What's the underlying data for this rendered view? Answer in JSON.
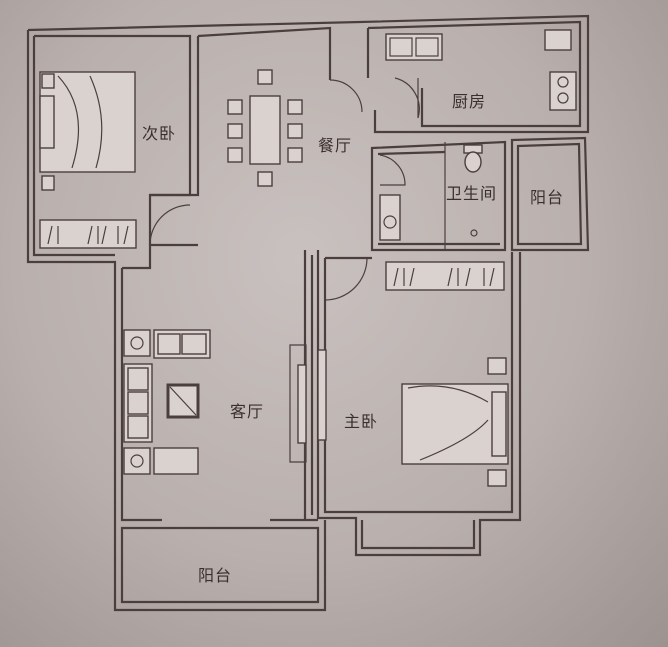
{
  "rooms": {
    "second_bedroom": "次卧",
    "dining_room": "餐厅",
    "kitchen": "厨房",
    "bathroom": "卫生间",
    "balcony_right": "阳台",
    "living_room": "客厅",
    "master_bedroom": "主卧",
    "balcony_bottom": "阳台"
  },
  "colors": {
    "wall": "#4b3f3d",
    "paper": "#c9c1bf"
  }
}
